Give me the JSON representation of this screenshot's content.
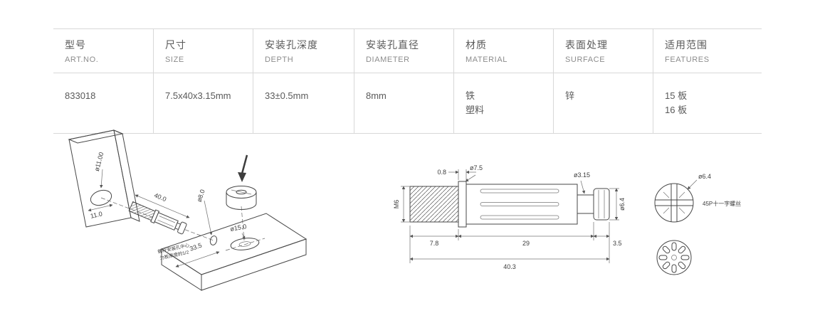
{
  "table": {
    "columns": [
      {
        "zh": "型号",
        "en": "ART.NO."
      },
      {
        "zh": "尺寸",
        "en": "SIZE"
      },
      {
        "zh": "安装孔深度",
        "en": "DEPTH"
      },
      {
        "zh": "安装孔直径",
        "en": "DIAMETER"
      },
      {
        "zh": "材质",
        "en": "MATERIAL"
      },
      {
        "zh": "表面处理",
        "en": "SURFACE"
      },
      {
        "zh": "适用范围",
        "en": "FEATURES"
      }
    ],
    "row": {
      "art_no": "833018",
      "size": "7.5x40x3.15mm",
      "depth": "33±0.5mm",
      "diameter": "8mm",
      "material": [
        "铁",
        "塑料"
      ],
      "surface": "锌",
      "features": [
        "15 板",
        "16 板"
      ]
    }
  },
  "drawings": {
    "installation": {
      "dim_hole_dia": "ø11.00",
      "dim_edge": "11.0",
      "dim_length": "40.0",
      "dim_bolt_dia": "ø8.0",
      "dim_cam_dia": "ø15.0",
      "dim_depth": "33.5",
      "note_line1": "螺杆安装孔中心",
      "note_line2": "为板厚度的1/2"
    },
    "side_view": {
      "dim_flange_w": "0.8",
      "dim_flange_dia": "ø7.5",
      "dim_neck_dia": "ø3.15",
      "dim_head_dia": "ø6.4",
      "dim_thread": "M6",
      "dim_thread_len": "7.8",
      "dim_body_len": "29",
      "dim_head_len": "3.5",
      "dim_total_len": "40.3"
    },
    "end_view": {
      "dim_head_dia": "ø6.4",
      "label": "45P十一字螺丝"
    }
  }
}
